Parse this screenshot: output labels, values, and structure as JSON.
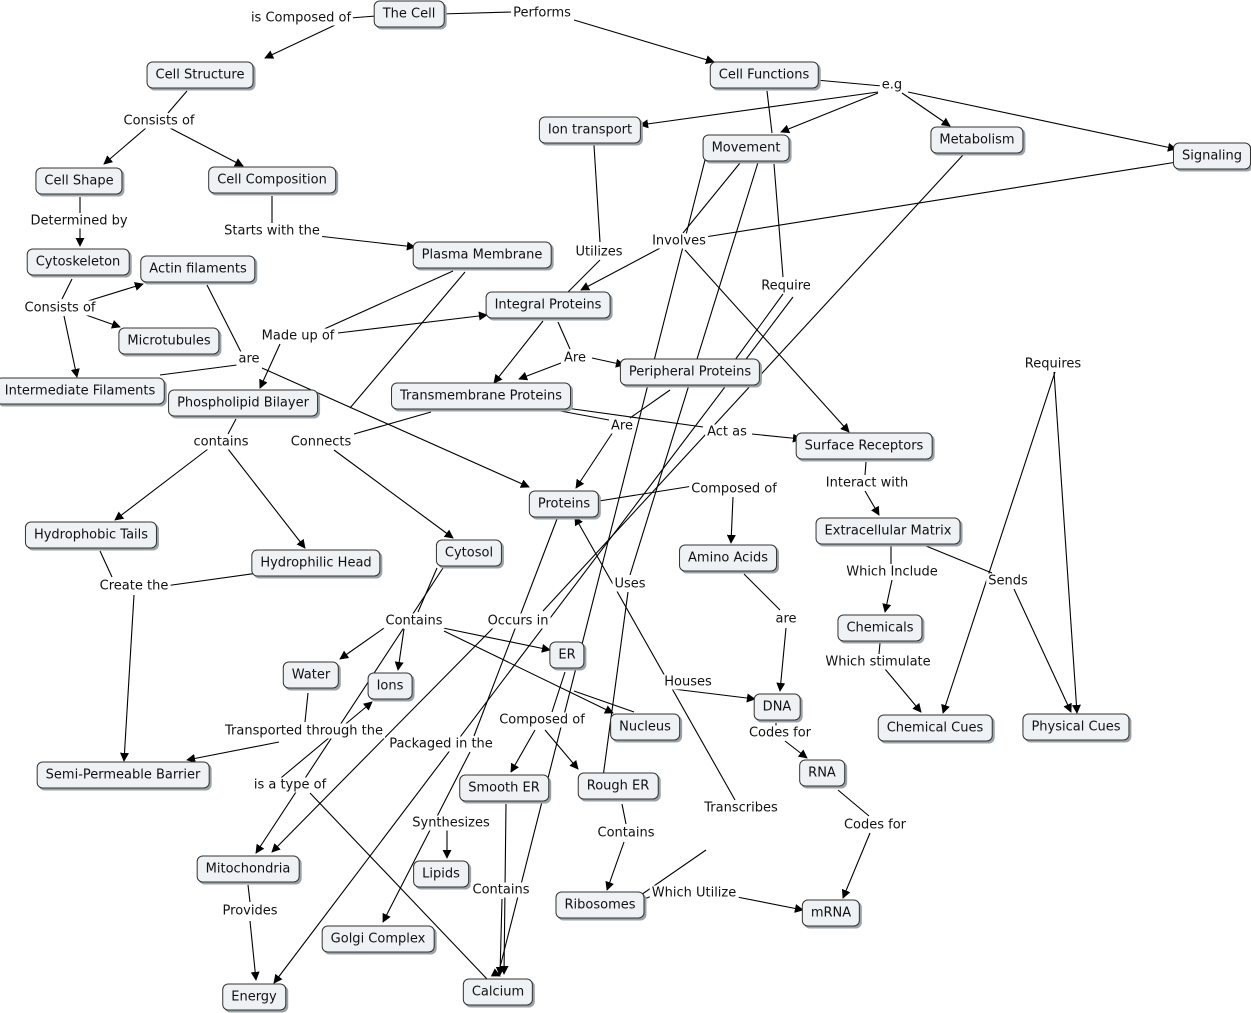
{
  "nodes": {
    "cell": "The Cell",
    "cell_structure": "Cell Structure",
    "cell_functions": "Cell Functions",
    "cell_shape": "Cell Shape",
    "cell_composition": "Cell Composition",
    "ion_transport": "Ion transport",
    "movement": "Movement",
    "metabolism": "Metabolism",
    "signaling": "Signaling",
    "cytoskeleton": "Cytoskeleton",
    "actin": "Actin filaments",
    "plasma_membrane": "Plasma Membrane",
    "integral_proteins": "Integral Proteins",
    "microtubules": "Microtubules",
    "peripheral_proteins": "Peripheral Proteins",
    "intermediate_filaments": "Intermediate Filaments",
    "phospholipid_bilayer": "Phospholipid Bilayer",
    "transmembrane_proteins": "Transmembrane Proteins",
    "surface_receptors": "Surface Receptors",
    "proteins": "Proteins",
    "hydrophobic_tails": "Hydrophobic Tails",
    "extracellular_matrix": "Extracellular Matrix",
    "cytosol": "Cytosol",
    "amino_acids": "Amino Acids",
    "hydrophilic_head": "Hydrophilic Head",
    "chemicals": "Chemicals",
    "er": "ER",
    "water": "Water",
    "ions": "Ions",
    "dna": "DNA",
    "nucleus": "Nucleus",
    "chemical_cues": "Chemical Cues",
    "physical_cues": "Physical Cues",
    "semi_permeable_barrier": "Semi-Permeable Barrier",
    "rna": "RNA",
    "smooth_er": "Smooth ER",
    "rough_er": "Rough ER",
    "mitochondria": "Mitochondria",
    "lipids": "Lipids",
    "ribosomes": "Ribosomes",
    "mrna": "mRNA",
    "golgi_complex": "Golgi Complex",
    "calcium": "Calcium",
    "energy": "Energy"
  },
  "labels": {
    "is_composed_of": "is Composed of",
    "performs": "Performs",
    "consists_of_1": "Consists of",
    "eg": "e.g",
    "determined_by": "Determined by",
    "starts_with_the": "Starts with the",
    "utilizes": "Utilizes",
    "involves": "Involves",
    "require": "Require",
    "consists_of_2": "Consists of",
    "made_up_of": "Made up of",
    "are_1": "are",
    "are_2": "Are",
    "requires": "Requires",
    "contains_1": "contains",
    "connects": "Connects",
    "are_3": "Are",
    "act_as": "Act as",
    "composed_of_1": "Composed of",
    "interact_with": "Interact with",
    "which_include": "Which Include",
    "create_the": "Create the",
    "sends": "Sends",
    "uses": "Uses",
    "are_4": "are",
    "contains_2": "Contains",
    "occurs_in": "Occurs in",
    "which_stimulate": "Which stimulate",
    "houses": "Houses",
    "composed_of_2": "Composed of",
    "codes_for_1": "Codes for",
    "transported_through_the": "Transported through the",
    "packaged_in_the": "Packaged in the",
    "is_a_type_of": "is a type of",
    "transcribes": "Transcribes",
    "synthesizes": "Synthesizes",
    "contains_3": "Contains",
    "codes_for_2": "Codes for",
    "contains_4": "Contains",
    "which_utilize": "Which Utilize",
    "provides": "Provides"
  }
}
